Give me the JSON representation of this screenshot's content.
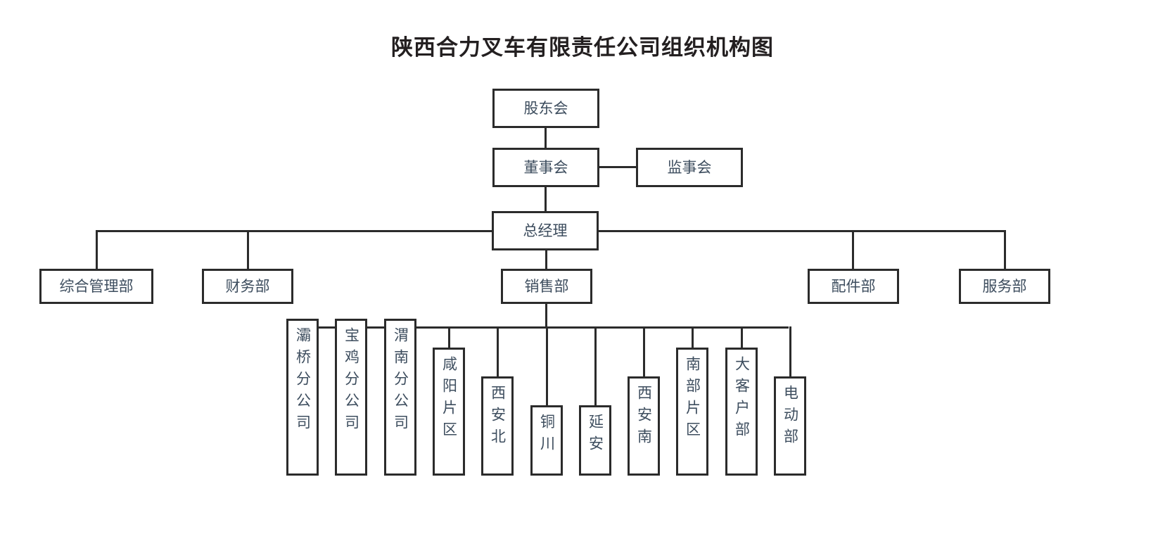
{
  "title": "陕西合力叉车有限责任公司组织机构图",
  "chart_data": {
    "type": "diagram",
    "diagram_kind": "organization-chart",
    "title": "陕西合力叉车有限责任公司组织机构图",
    "orientation": "top-down",
    "line_color": "#2b2b2b",
    "box_fill": "#ffffff",
    "text_color": "#3d4d5e",
    "levels": [
      {
        "level": 1,
        "nodes": [
          "股东会"
        ]
      },
      {
        "level": 2,
        "nodes": [
          "董事会",
          "监事会"
        ]
      },
      {
        "level": 3,
        "nodes": [
          "总经理"
        ]
      },
      {
        "level": 4,
        "nodes": [
          "综合管理部",
          "财务部",
          "销售部",
          "配件部",
          "服务部"
        ]
      },
      {
        "level": 5,
        "nodes": [
          "灞桥分公司",
          "宝鸡分公司",
          "渭南分公司",
          "咸阳片区",
          "西安北",
          "铜川",
          "延安",
          "西安南",
          "南部片区",
          "大客户部",
          "电动部"
        ]
      }
    ],
    "edges": [
      {
        "from": "股东会",
        "to": "董事会"
      },
      {
        "from": "董事会",
        "to": "监事会",
        "style": "horizontal-peer"
      },
      {
        "from": "董事会",
        "to": "总经理"
      },
      {
        "from": "总经理",
        "to": "综合管理部"
      },
      {
        "from": "总经理",
        "to": "财务部"
      },
      {
        "from": "总经理",
        "to": "销售部"
      },
      {
        "from": "总经理",
        "to": "配件部"
      },
      {
        "from": "总经理",
        "to": "服务部"
      },
      {
        "from": "销售部",
        "to": "灞桥分公司"
      },
      {
        "from": "销售部",
        "to": "宝鸡分公司"
      },
      {
        "from": "销售部",
        "to": "渭南分公司"
      },
      {
        "from": "销售部",
        "to": "咸阳片区"
      },
      {
        "from": "销售部",
        "to": "西安北"
      },
      {
        "from": "销售部",
        "to": "铜川"
      },
      {
        "from": "销售部",
        "to": "延安"
      },
      {
        "from": "销售部",
        "to": "西安南"
      },
      {
        "from": "销售部",
        "to": "南部片区"
      },
      {
        "from": "销售部",
        "to": "大客户部"
      },
      {
        "from": "销售部",
        "to": "电动部"
      }
    ]
  },
  "nodes": {
    "shareholders": "股东会",
    "board": "董事会",
    "supervisors": "监事会",
    "general_manager": "总经理",
    "dept_admin": "综合管理部",
    "dept_finance": "财务部",
    "dept_sales": "销售部",
    "dept_parts": "配件部",
    "dept_service": "服务部"
  },
  "sales_branches": [
    {
      "id": "bahe",
      "label": "灞桥分公司"
    },
    {
      "id": "baoji",
      "label": "宝鸡分公司"
    },
    {
      "id": "weinan",
      "label": "渭南分公司"
    },
    {
      "id": "xianyang",
      "label": "咸阳片区"
    },
    {
      "id": "xian-north",
      "label": "西安北"
    },
    {
      "id": "tongchuan",
      "label": "铜川"
    },
    {
      "id": "yanan",
      "label": "延安"
    },
    {
      "id": "xian-south",
      "label": "西安南"
    },
    {
      "id": "south-area",
      "label": "南部片区"
    },
    {
      "id": "key-account",
      "label": "大客户部"
    },
    {
      "id": "electric",
      "label": "电动部"
    }
  ]
}
